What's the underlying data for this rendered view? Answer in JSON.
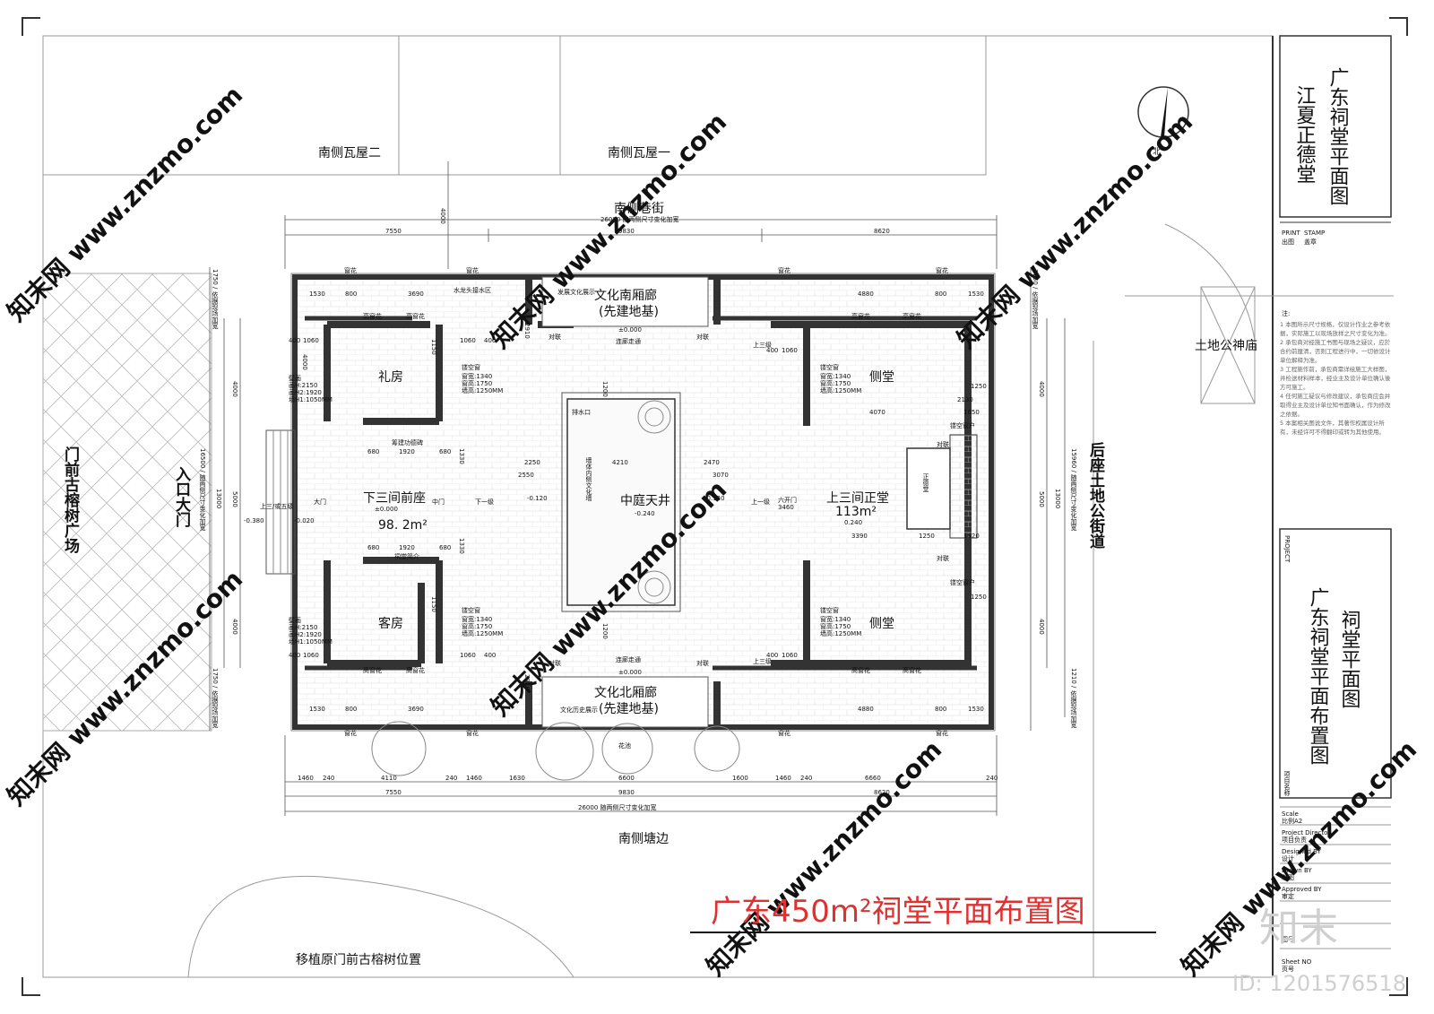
{
  "title": "广东450m²祠堂平面布置图",
  "colors": {
    "title_red": "#e03131",
    "wall": "#333333",
    "line": "#555555"
  },
  "surroundings": {
    "south_house_2": "南侧瓦屋二",
    "south_house_1": "南侧瓦屋一",
    "south_alley": "南侧巷街",
    "earth_god_temple": "土地公神庙",
    "south_pond": "南侧塘边",
    "tree_relocate": "移植原门前古榕树位置",
    "plaza": "门前古榕树广场",
    "entrance": "入口大门",
    "back_road": "后座土地公街道",
    "north": "北"
  },
  "rooms": {
    "south_corridor": "文化南厢廊",
    "south_corridor_sub": "(先建地基)",
    "north_corridor": "文化北厢廊",
    "north_corridor_sub": "(先建地基)",
    "lifang": "礼房",
    "kefang": "客房",
    "front_hall": "下三间前座",
    "front_hall_level": "±0.000",
    "front_hall_area": "98. 2m²",
    "courtyard": "中庭天井",
    "courtyard_level": "-0.240",
    "main_hall": "上三间正堂",
    "main_hall_area": "113m²",
    "main_hall_level": "0.240",
    "side_hall_top": "侧堂",
    "side_hall_bottom": "侧堂",
    "zhengde": "正德堂"
  },
  "annotations": {
    "window_flower": "窗花",
    "high_window": "高窗花",
    "couplet": "对联",
    "connect_corridor": "连廊走通",
    "drain": "排水口",
    "water_tap": "水龙头接水区",
    "dev_display": "发展文化展示",
    "hist_display": "文化历史展示",
    "up_3": "上三级",
    "down_1": "下一级",
    "up_1": "上一级",
    "door_main": "大门",
    "mid_door": "中门",
    "six_door": "六开门",
    "door_number": "3460",
    "donor_tablet": "筹建功德碑",
    "hall_intro": "祠堂简介",
    "screen_win": "镂空窗户",
    "screen_win2": "镂空窗",
    "win_spec": [
      "窗宽:1340",
      "窗高:1750",
      "墙高:1250MM"
    ],
    "mural_spec": [
      "壁画",
      "画H:2150",
      "画H2:1920",
      "墙H1:1050MM"
    ],
    "flower_bed": "花池",
    "steps": "上三/或五级",
    "lvl_a": "-0.380",
    "lvl_b": "-0.020",
    "lvl_c": "-0.120",
    "lvl_d": "-0.120",
    "lvl_e": "±0.000",
    "lvl_f": "±0.000",
    "tree_label": "墙体内侧文化墙"
  },
  "dimensions": {
    "top_total": "26000 随两侧尺寸变化加宽",
    "top_row": [
      "7550",
      "9830",
      "8620"
    ],
    "bottom_row1": [
      "1460",
      "240",
      "4110",
      "240",
      "1460",
      "1630",
      "6600",
      "1600",
      "1460",
      "240",
      "6660",
      "240"
    ],
    "bottom_row2": [
      "7550",
      "9830",
      "8620"
    ],
    "bottom_total": "26000 随两侧尺寸变化加宽",
    "vert_left": [
      "4000",
      "5000",
      "4000"
    ],
    "vert_left_total": "13000",
    "vert_outer_total": "16500 / 随两侧尺寸变化加宽",
    "vert_right_total": "15960 / 随两侧尺寸变化加宽",
    "vert_dim_a": "1750 / 依据现场加宽",
    "vert_dim_b": "1210 / 依据现场加宽",
    "top_dims": [
      "1530",
      "800",
      "3690",
      "4880",
      "800",
      "1530"
    ],
    "inner_h": [
      "2250",
      "4210",
      "2470",
      "2550",
      "3070"
    ],
    "side_dims": [
      "1060",
      "400",
      "1150",
      "1920",
      "680",
      "1250",
      "2130",
      "1650",
      "4070",
      "3390",
      "1920",
      "1200",
      "2910",
      "1330",
      "4000"
    ]
  },
  "title_block": {
    "project_name_top_1": "江夏正德堂",
    "project_name_top_2": "广东祠堂平面图",
    "print": "PRINT",
    "stamp": "STAMP",
    "print_cn": "出图",
    "stamp_cn": "盖章",
    "notes_title": "注:",
    "notes": [
      "1  本图所示尺寸规格，仅设计作业之参考依据，实际施工以现场放样之尺寸变化为准。",
      "2  承包商对经施工书图与现场之疑议，应於合约前厘清，否则工程进行中，一切依设计单位解释为准。",
      "3  工程施作前，承包商需详绘施工大样图，并检送材料样本，经业主及设计单位确认後方可施工。",
      "4  任何施工疑议与修改建议，承包商应会并取得业主及设计单位知书面确认，作为修改之依据。",
      "5  本案相关图说文件，其著作权属设计所有，未经许可不得翻印或转为其他使用。"
    ],
    "project": "PROJECT",
    "project_name_1": "广东祠堂平面布置图",
    "project_name_2": "祠堂平面图",
    "project_name_cn": "项目名称",
    "scale": "Scale",
    "scale_val": "比例A2",
    "director": "Project Director",
    "director_cn": "项目负责",
    "designed": "Designed BY",
    "designed_cn": "设计",
    "drawn": "Drawn BY",
    "drawn_cn": "制图",
    "approved": "Approved BY",
    "approved_cn": "审定",
    "sheet": "图号",
    "sheet_no": "Sheet NO",
    "sheet_no_cn": "页号"
  },
  "watermark": {
    "text": "知末网 www.znzmo.com",
    "logo": "知末",
    "id": "ID: 1201576518"
  }
}
